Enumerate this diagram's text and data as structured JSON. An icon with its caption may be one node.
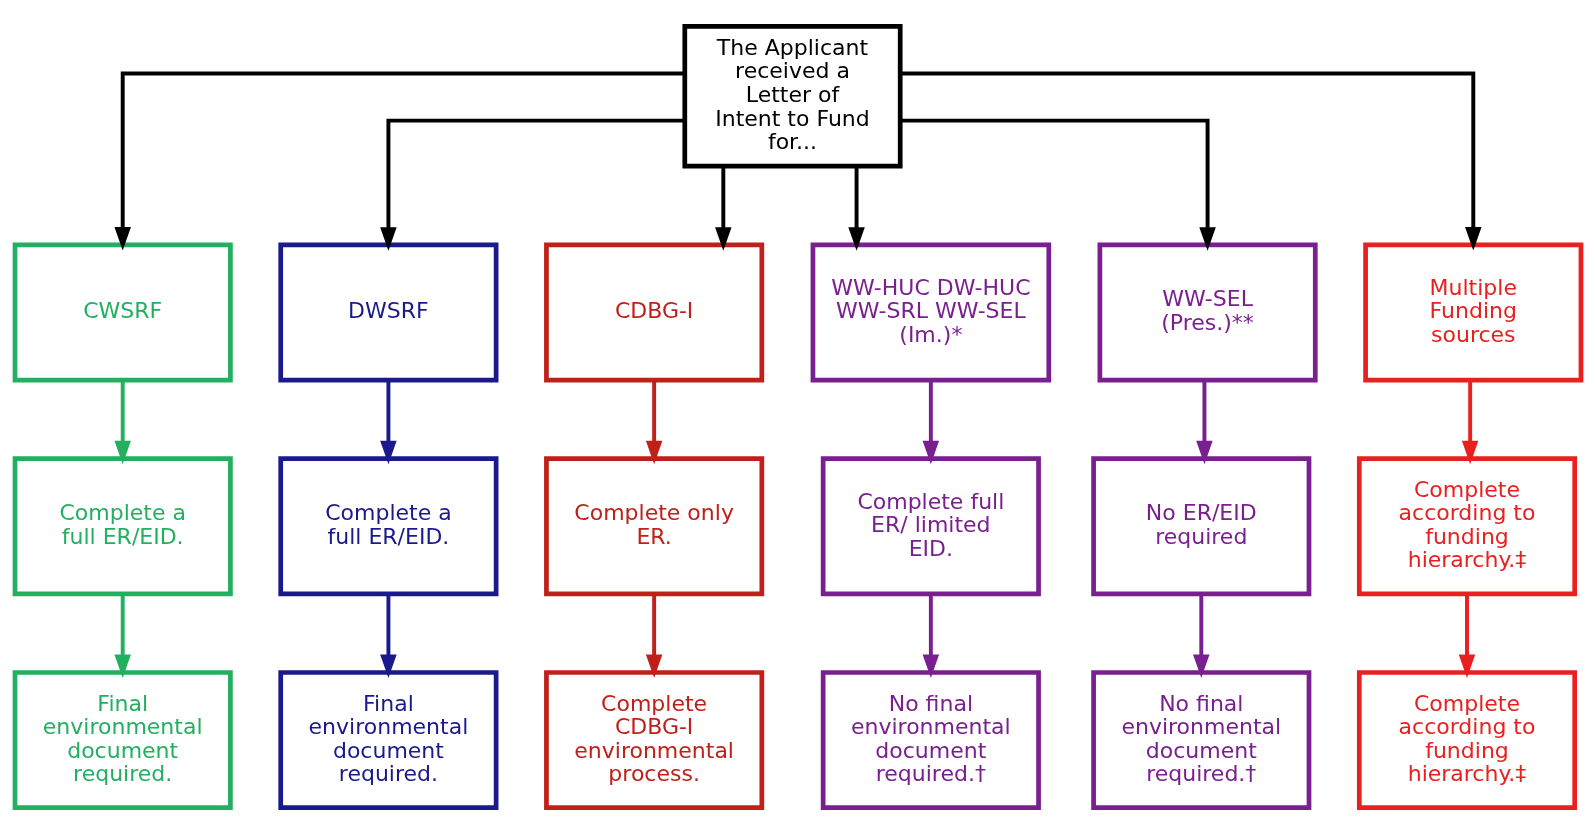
{
  "diagram": {
    "nodes": [
      {
        "text": [
          "The Applicant received a Letter of Intent to Fund for..."
        ]
      },
      {
        "text": [
          "CWSRF"
        ]
      },
      {
        "text": [
          "DWSRF"
        ]
      },
      {
        "text": [
          "CDBG-I"
        ]
      },
      {
        "text": [
          "WW-HUC DW-HUC WW-SRL WW-SEL (Im.)*"
        ]
      },
      {
        "text": [
          "WW-SEL (Pres.)**"
        ]
      },
      {
        "text": [
          "Multiple Funding sources"
        ]
      },
      {
        "text": [
          "Complete a full ER/EID."
        ]
      },
      {
        "text": [
          "Complete a full ER/EID."
        ]
      },
      {
        "text": [
          "Complete only ER."
        ]
      },
      {
        "text": [
          "Complete full ER/ limited EID."
        ]
      },
      {
        "text": [
          "No ER/EID required"
        ]
      },
      {
        "text": [
          "Complete according to funding hierarchy.‡"
        ]
      },
      {
        "text": [
          "Final environmental document required."
        ]
      },
      {
        "text": [
          "Final environmental document required."
        ]
      },
      {
        "text": [
          "Complete CDBG-I environmental process."
        ]
      },
      {
        "text": [
          "No final environmental document required.†"
        ]
      },
      {
        "text": [
          "No final environmental document required.†"
        ]
      },
      {
        "text": [
          "Complete according to funding hierarchy.‡"
        ]
      }
    ],
    "edges": [
      {
        "from": 0,
        "to": 1,
        "arrow": "to",
        "color": "#000000"
      },
      {
        "from": 0,
        "to": 2,
        "arrow": "to",
        "color": "#000000"
      },
      {
        "from": 0,
        "to": 3,
        "arrow": "to",
        "color": "#000000"
      },
      {
        "from": 0,
        "to": 4,
        "arrow": "to",
        "color": "#000000"
      },
      {
        "from": 0,
        "to": 5,
        "arrow": "to",
        "color": "#000000"
      },
      {
        "from": 0,
        "to": 6,
        "arrow": "to",
        "color": "#000000"
      },
      {
        "from": 1,
        "to": 7,
        "arrow": "to",
        "color": "#22b060"
      },
      {
        "from": 2,
        "to": 8,
        "arrow": "to",
        "color": "#1a1a8c"
      },
      {
        "from": 3,
        "to": 9,
        "arrow": "to",
        "color": "#c0201a"
      },
      {
        "from": 4,
        "to": 10,
        "arrow": "to",
        "color": "#7a1f8f"
      },
      {
        "from": 5,
        "to": 11,
        "arrow": "to",
        "color": "#7a1f8f"
      },
      {
        "from": 6,
        "to": 12,
        "arrow": "to",
        "color": "#e8201f"
      },
      {
        "from": 7,
        "to": 13,
        "arrow": "to",
        "color": "#22b060"
      },
      {
        "from": 8,
        "to": 14,
        "arrow": "to",
        "color": "#1a1a8c"
      },
      {
        "from": 9,
        "to": 15,
        "arrow": "to",
        "color": "#c0201a"
      },
      {
        "from": 10,
        "to": 16,
        "arrow": "to",
        "color": "#7a1f8f"
      },
      {
        "from": 11,
        "to": 17,
        "arrow": "to",
        "color": "#7a1f8f"
      },
      {
        "from": 12,
        "to": 18,
        "arrow": "to",
        "color": "#e8201f"
      }
    ]
  }
}
